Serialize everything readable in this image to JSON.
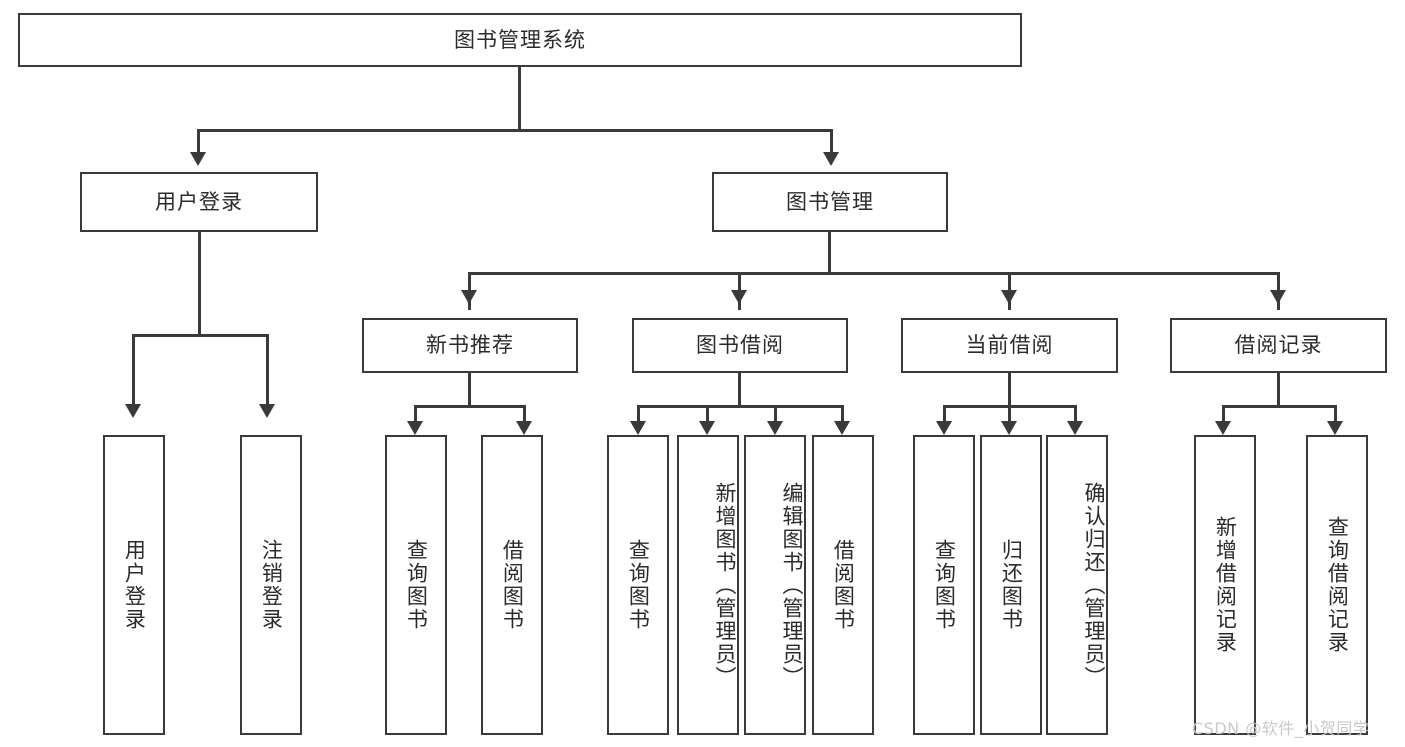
{
  "diagram": {
    "title": "图书管理系统",
    "root": {
      "label": "图书管理系统"
    },
    "level1": [
      {
        "label": "用户登录"
      },
      {
        "label": "图书管理"
      }
    ],
    "level2": [
      {
        "label": "新书推荐"
      },
      {
        "label": "图书借阅"
      },
      {
        "label": "当前借阅"
      },
      {
        "label": "借阅记录"
      }
    ],
    "leaves": [
      {
        "label": "用户登录",
        "parent": "用户登录"
      },
      {
        "label": "注销登录",
        "parent": "用户登录"
      },
      {
        "label": "查询图书",
        "parent": "新书推荐"
      },
      {
        "label": "借阅图书",
        "parent": "新书推荐"
      },
      {
        "label": "查询图书",
        "parent": "图书借阅"
      },
      {
        "label": "新增图书（管理员）",
        "parent": "图书借阅"
      },
      {
        "label": "编辑图书（管理员）",
        "parent": "图书借阅"
      },
      {
        "label": "借阅图书",
        "parent": "图书借阅"
      },
      {
        "label": "查询图书",
        "parent": "当前借阅"
      },
      {
        "label": "归还图书",
        "parent": "当前借阅"
      },
      {
        "label": "确认归还（管理员）",
        "parent": "当前借阅"
      },
      {
        "label": "新增借阅记录",
        "parent": "借阅记录"
      },
      {
        "label": "查询借阅记录",
        "parent": "借阅记录"
      }
    ]
  },
  "watermark": {
    "text": "CSDN @软件_小贺同学"
  },
  "colors": {
    "stroke": "#3a3a3a",
    "text": "#2b2b2b",
    "background": "#ffffff",
    "watermark": "#c9c9c9"
  }
}
